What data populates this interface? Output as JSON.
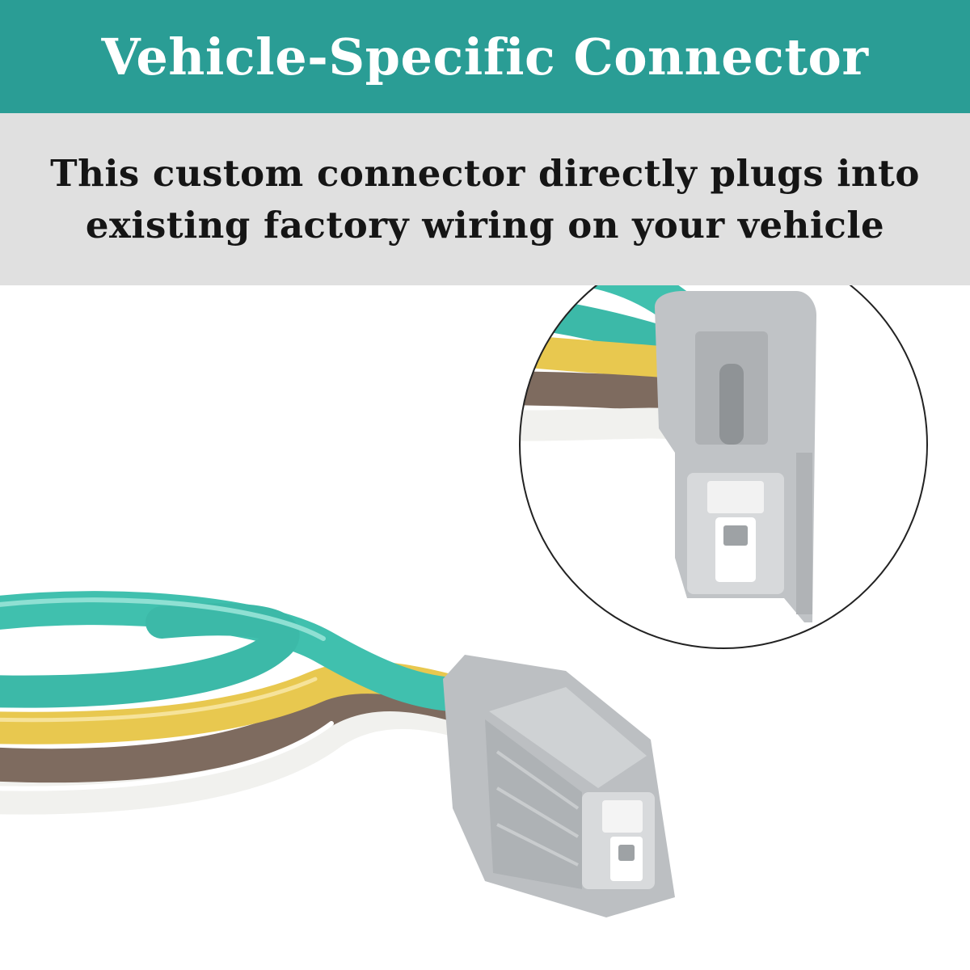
{
  "banner": {
    "title": "Vehicle-Specific Connector",
    "color": "#2a9d95"
  },
  "description": {
    "line1": "This custom connector directly plugs into",
    "line2": "existing factory wiring on your vehicle"
  },
  "wires": {
    "teal": "#3fbfae",
    "yellow": "#e7c74c",
    "brown": "#7d6a5e",
    "white": "#f3f3f0"
  },
  "connector": {
    "color": "#bfc2c5"
  }
}
